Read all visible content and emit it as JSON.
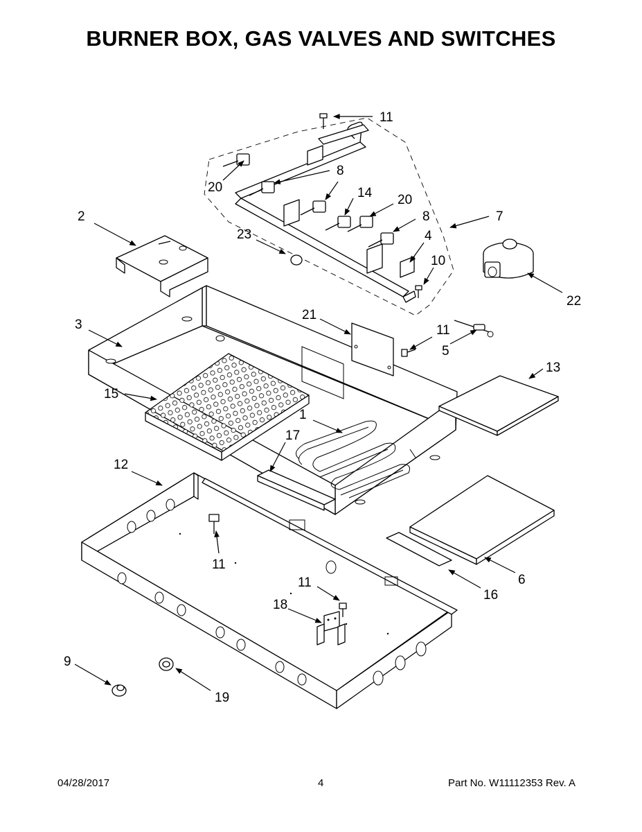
{
  "title": "BURNER BOX, GAS VALVES AND SWITCHES",
  "callouts": {
    "c11a": "11",
    "c20a": "20",
    "c8a": "8",
    "c14": "14",
    "c20b": "20",
    "c8b": "8",
    "c7": "7",
    "c2": "2",
    "c23": "23",
    "c4": "4",
    "c10": "10",
    "c22": "22",
    "c3": "3",
    "c21": "21",
    "c11b": "11",
    "c5": "5",
    "c13": "13",
    "c15": "15",
    "c1": "1",
    "c17": "17",
    "c12": "12",
    "c11c": "11",
    "c6": "6",
    "c16": "16",
    "c11d": "11",
    "c18": "18",
    "c9": "9",
    "c19": "19"
  },
  "footer": {
    "date": "04/28/2017",
    "page": "4",
    "part": "Part No.  W11112353   Rev.  A"
  }
}
